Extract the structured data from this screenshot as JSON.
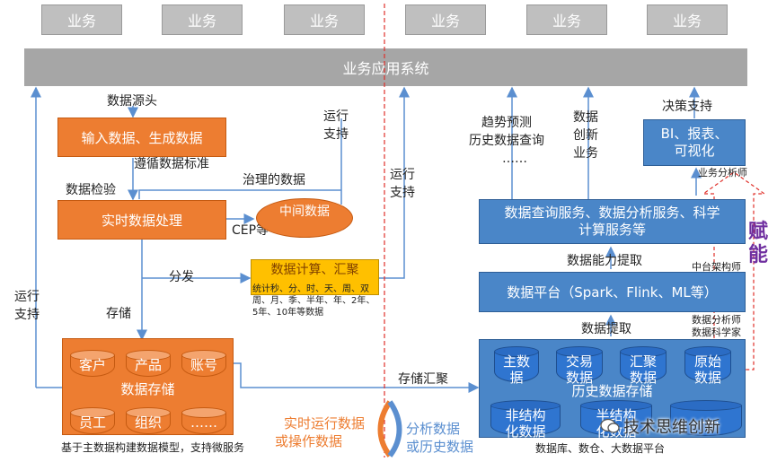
{
  "top_services": [
    "业务",
    "业务",
    "业务",
    "业务",
    "业务",
    "业务"
  ],
  "system_bar": "业务应用系统",
  "left": {
    "data_source": "数据源头",
    "input_box": "输入数据、生成数据",
    "follow_standard": "遵循数据标准",
    "data_check": "数据检验",
    "governed_data": "治理的数据",
    "realtime_box": "实时数据处理",
    "cep": "CEP等",
    "middle_data": "中间数据",
    "ops_support_right": [
      "运行",
      "支持"
    ],
    "ops_support_left": [
      "运行",
      "支持"
    ],
    "distribute": "分发",
    "storage": "存储",
    "compute_title": "数据计算、汇聚",
    "compute_desc": "统计秒、分、时、天、周、双周、月、季、半年、年、2年、5年、10年等数据",
    "storage_title": "数据存储",
    "storage_items": [
      "客户",
      "产品",
      "账号",
      "员工",
      "组织",
      "……"
    ],
    "storage_note": "基于主数据构建数据模型，支持微服务"
  },
  "center": {
    "ops_support": [
      "运行",
      "支持"
    ],
    "store_aggregate": "存储汇聚",
    "realtime_ops": [
      "实时运行数据",
      "或操作数据"
    ],
    "analysis_hist": [
      "分析数据",
      "或历史数据"
    ]
  },
  "right": {
    "trend": [
      "趋势预测",
      "历史数据查询",
      "……"
    ],
    "data_innovation": [
      "数据",
      "创新",
      "业务"
    ],
    "decision_support": "决策支持",
    "bi_box": [
      "BI、报表、",
      "可视化"
    ],
    "business_analyst": "业务分析师",
    "empower": [
      "赋",
      "能"
    ],
    "query_service": [
      "数据查询服务、数据分析服务、科学",
      "计算服务等"
    ],
    "capability_extract": "数据能力提取",
    "middle_architect": "中台架构师",
    "platform": "数据平台（Spark、Flink、ML等）",
    "data_extract": "数据提取",
    "analysts": [
      "数据分析师",
      "数据科学家"
    ],
    "hist_title": "历史数据存储",
    "hist_items": [
      [
        "主数",
        "据"
      ],
      [
        "交易",
        "数据"
      ],
      [
        "汇聚",
        "数据"
      ],
      [
        "原始",
        "数据"
      ],
      [
        "非结构",
        "化数据"
      ],
      [
        "半结构",
        "化数据"
      ],
      [
        "……"
      ]
    ],
    "db_note": "数据库、数仓、大数据平台",
    "watermark": "技术思维创新"
  },
  "colors": {
    "orange": "#ed7d31",
    "blue": "#4a86c8",
    "gray": "#a6a6a6",
    "accent_red": "#e0302a",
    "empower": "#7030a0"
  }
}
